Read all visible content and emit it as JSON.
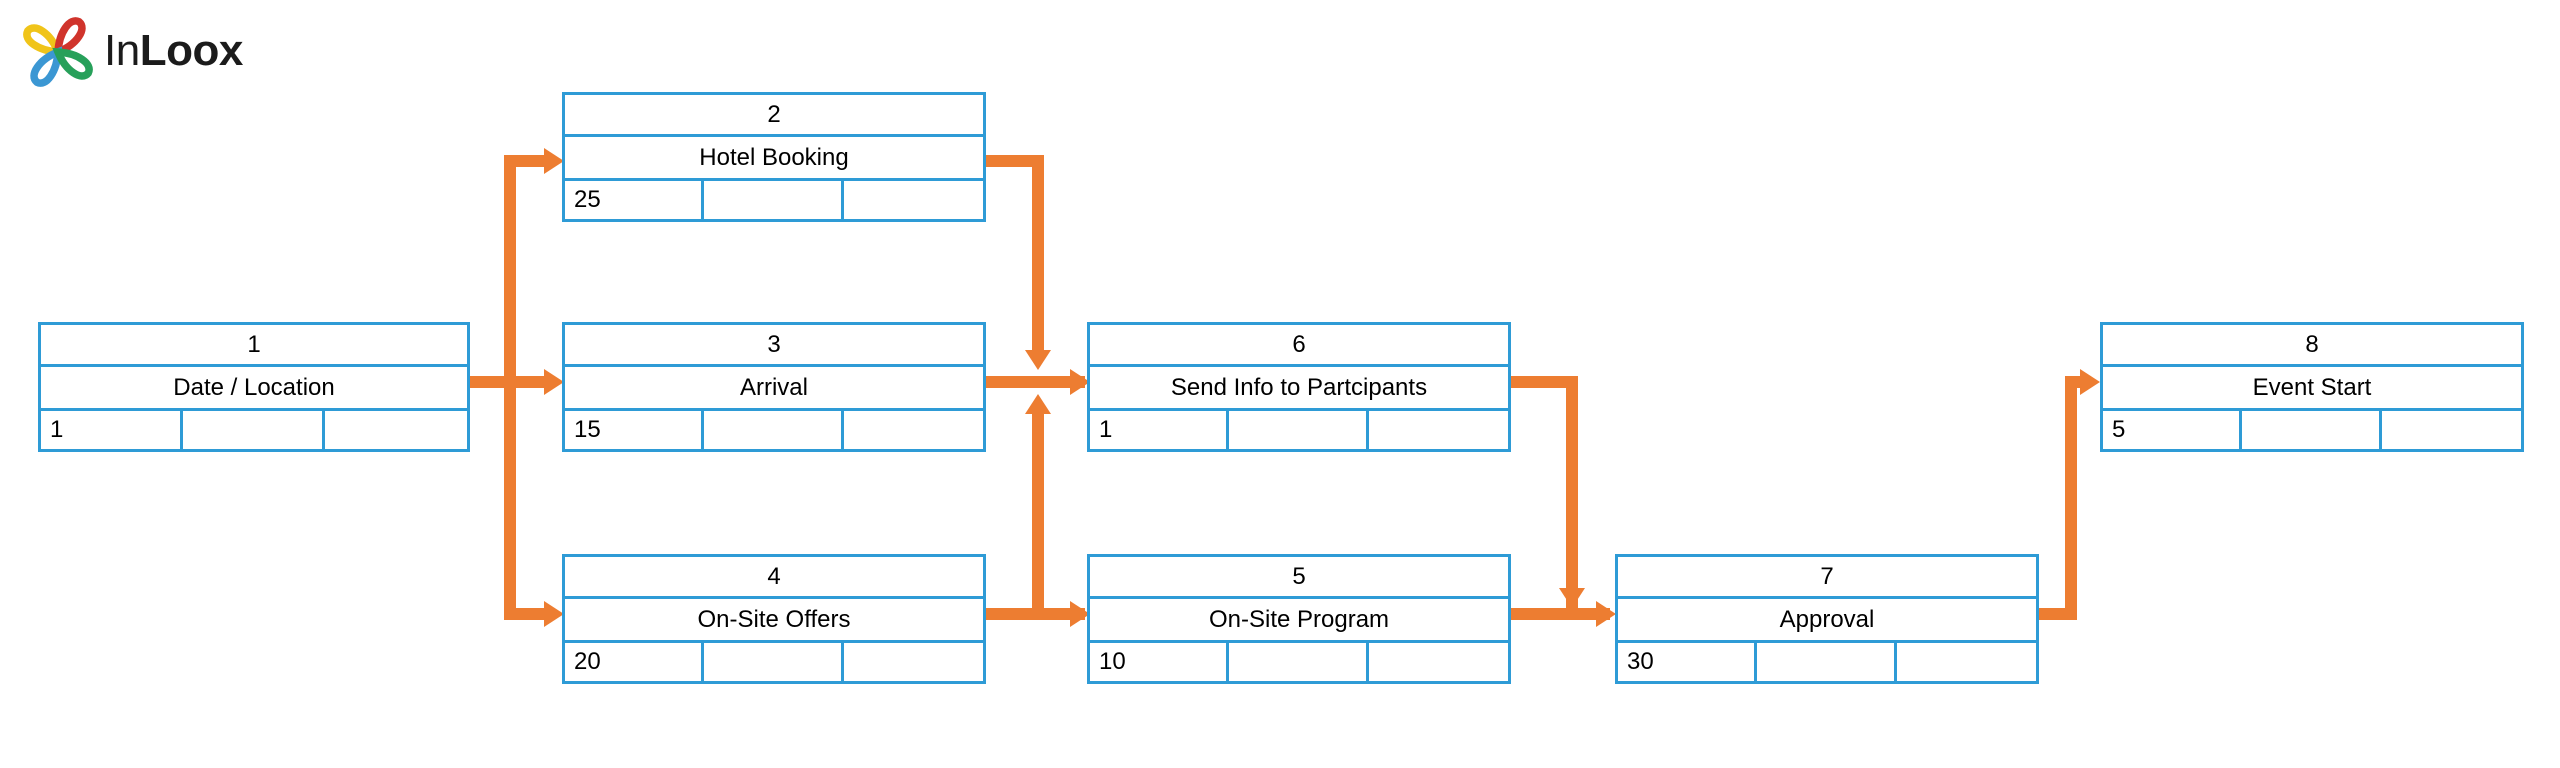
{
  "brand": {
    "name_thin": "In",
    "name_bold": "Loox",
    "logo_icon": "inloox-butterfly-logo",
    "logo_colors": [
      "#F0C419",
      "#D0342C",
      "#3B97D3",
      "#27A05A"
    ]
  },
  "diagram": {
    "type": "precedence-network-diagram",
    "accent_color": "#ED7D31",
    "node_border_color": "#2E9BD6",
    "background_color": "#FFFFFF",
    "nodes": [
      {
        "id": "1",
        "label": "Date / Location",
        "duration": "1",
        "cell2": "",
        "cell3": ""
      },
      {
        "id": "2",
        "label": "Hotel Booking",
        "duration": "25",
        "cell2": "",
        "cell3": ""
      },
      {
        "id": "3",
        "label": "Arrival",
        "duration": "15",
        "cell2": "",
        "cell3": ""
      },
      {
        "id": "4",
        "label": "On-Site Offers",
        "duration": "20",
        "cell2": "",
        "cell3": ""
      },
      {
        "id": "5",
        "label": "On-Site Program",
        "duration": "10",
        "cell2": "",
        "cell3": ""
      },
      {
        "id": "6",
        "label": "Send Info to Partcipants",
        "duration": "1",
        "cell2": "",
        "cell3": ""
      },
      {
        "id": "7",
        "label": "Approval",
        "duration": "30",
        "cell2": "",
        "cell3": ""
      },
      {
        "id": "8",
        "label": "Event Start",
        "duration": "5",
        "cell2": "",
        "cell3": ""
      }
    ],
    "links": [
      {
        "from": "1",
        "to": "2"
      },
      {
        "from": "1",
        "to": "3"
      },
      {
        "from": "1",
        "to": "4"
      },
      {
        "from": "2",
        "to": "6"
      },
      {
        "from": "3",
        "to": "6"
      },
      {
        "from": "4",
        "to": "5"
      },
      {
        "from": "4",
        "to": "6"
      },
      {
        "from": "5",
        "to": "7"
      },
      {
        "from": "6",
        "to": "7"
      },
      {
        "from": "7",
        "to": "8"
      }
    ]
  }
}
